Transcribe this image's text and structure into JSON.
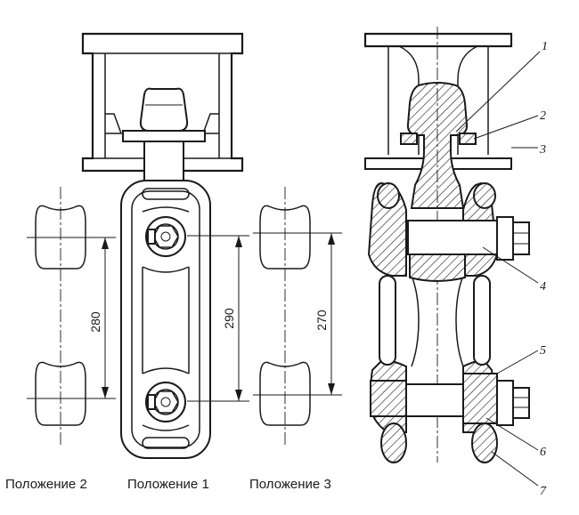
{
  "figure": {
    "dimensions": {
      "position_2": "280",
      "position_1": "290",
      "position_3": "270"
    },
    "captions": {
      "position_2": "Положение 2",
      "position_1": "Положение 1",
      "position_3": "Положение 3"
    },
    "callouts": [
      "1",
      "2",
      "3",
      "4",
      "5",
      "6",
      "7"
    ]
  }
}
